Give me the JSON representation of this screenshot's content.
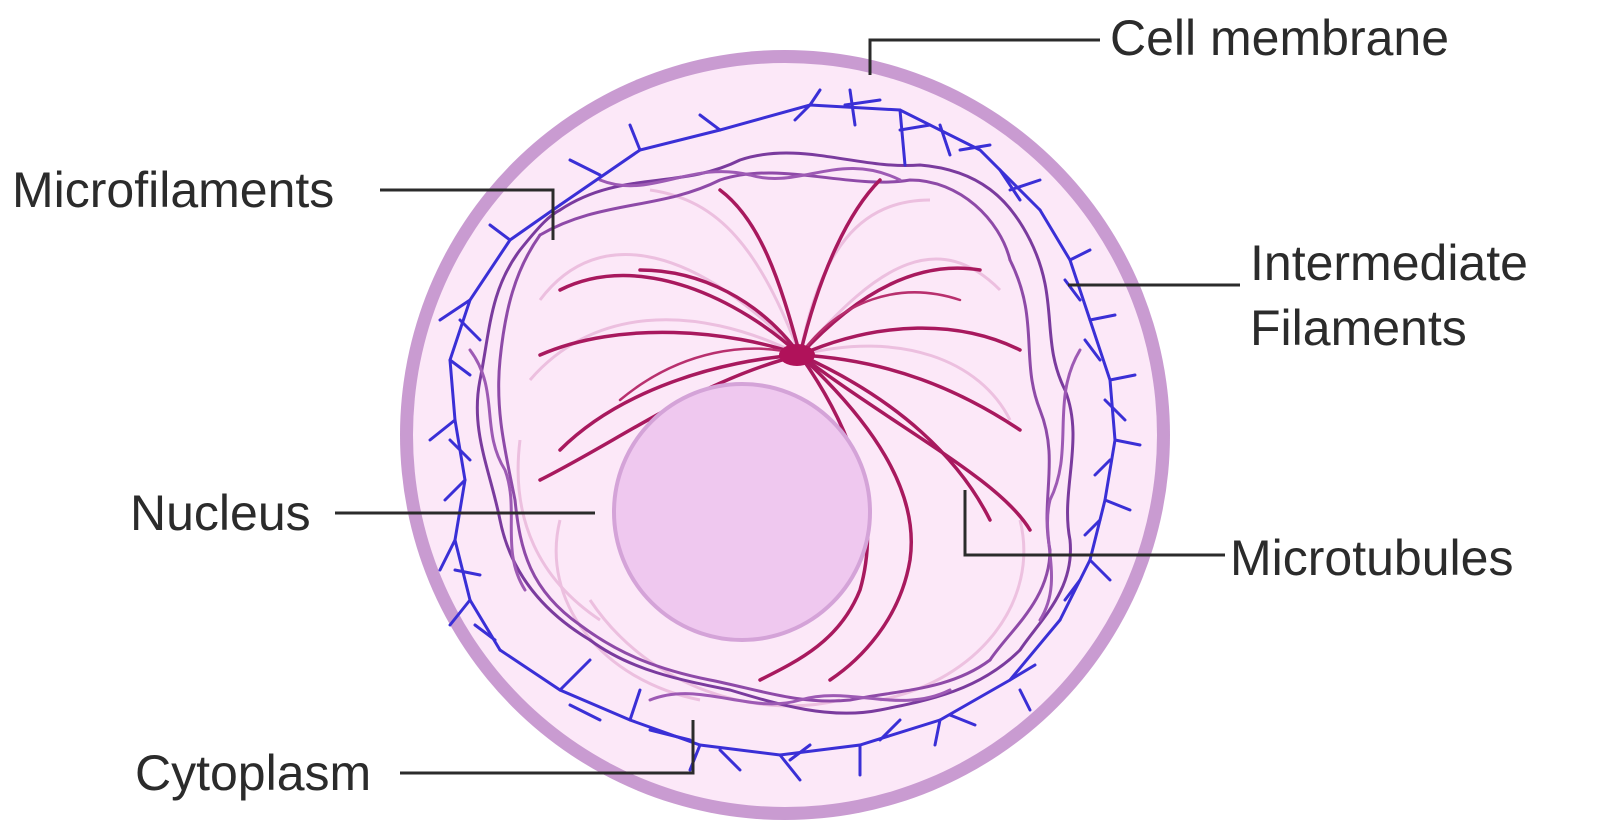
{
  "diagram": {
    "labels": {
      "cell_membrane": "Cell membrane",
      "microfilaments": "Microfilaments",
      "intermediate_filaments_line1": "Intermediate",
      "intermediate_filaments_line2": "Filaments",
      "nucleus": "Nucleus",
      "microtubules": "Microtubules",
      "cytoplasm": "Cytoplasm"
    },
    "colors": {
      "membrane": "#c99bd1",
      "cytoplasm": "#fce8f8",
      "nucleus": "#efc8ef",
      "nucleus_border": "#d4a3d8",
      "microfilaments": "#3a2fd6",
      "intermediate_filaments": "#7a3b9e",
      "microtubules": "#a8195e",
      "centrosome": "#b0125a",
      "label_text": "#2b2b2b"
    }
  }
}
